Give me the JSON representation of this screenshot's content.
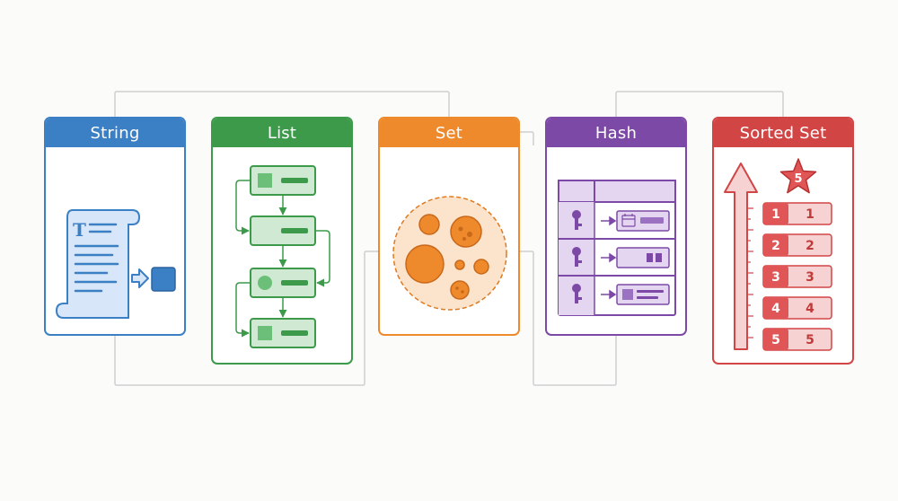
{
  "cards": [
    {
      "key": "string",
      "title": "String",
      "color": "#3b7fc4",
      "tint": "#d7e6f8"
    },
    {
      "key": "list",
      "title": "List",
      "color": "#3c9a4a",
      "tint": "#cfe9d3"
    },
    {
      "key": "set",
      "title": "Set",
      "color": "#ee8a2c",
      "tint": "#fbe3cc"
    },
    {
      "key": "hash",
      "title": "Hash",
      "color": "#7c4aa6",
      "tint": "#e4d6f0"
    },
    {
      "key": "sorted_set",
      "title": "Sorted Set",
      "color": "#d24545",
      "tint": "#f6d2d2"
    }
  ],
  "string_card": {
    "doc_letter": "T"
  },
  "sorted_set_card": {
    "star_label": "5",
    "ranks": [
      {
        "rank": "1",
        "score": "1"
      },
      {
        "rank": "2",
        "score": "2"
      },
      {
        "rank": "3",
        "score": "3"
      },
      {
        "rank": "4",
        "score": "4"
      },
      {
        "rank": "5",
        "score": "5"
      }
    ]
  },
  "icons": {
    "document": "document-scroll-icon",
    "arrow": "arrow-right-icon",
    "value_block": "value-block-icon",
    "key": "key-icon",
    "calendar": "calendar-icon",
    "star": "star-icon",
    "rank_arrow": "arrow-up-icon"
  }
}
